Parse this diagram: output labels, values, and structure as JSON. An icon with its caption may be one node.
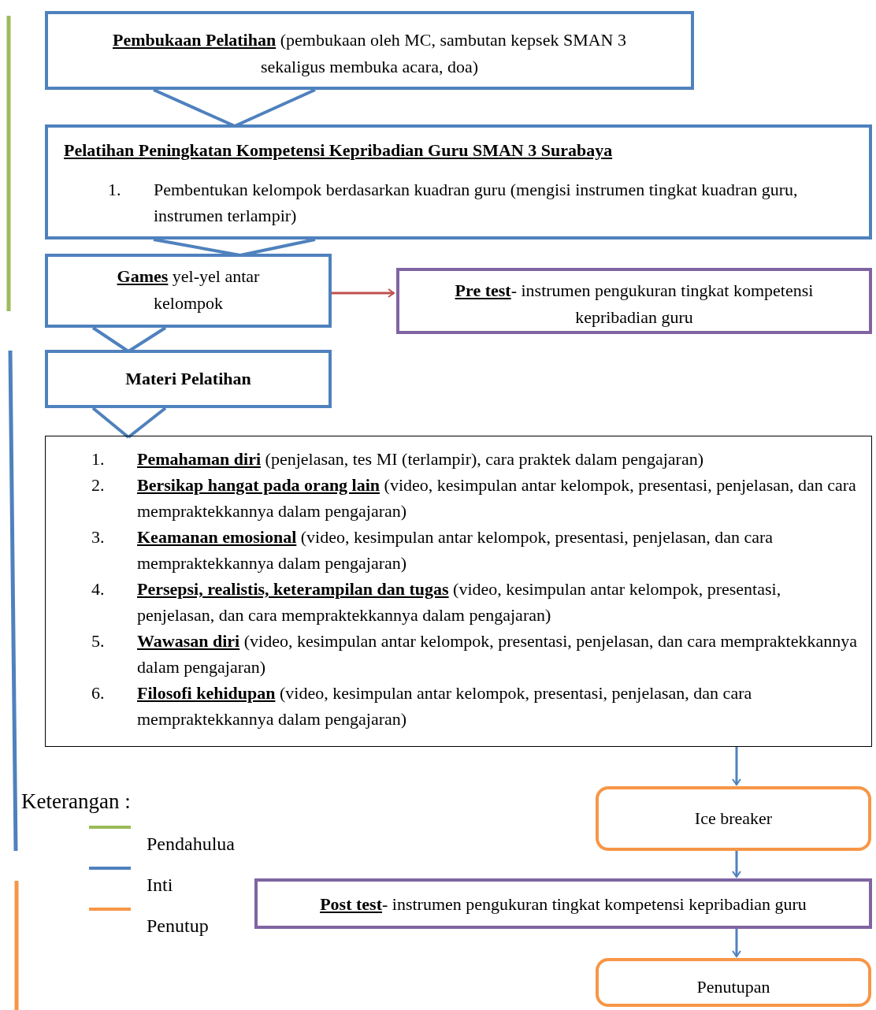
{
  "diagram": {
    "nodes": [
      {
        "text": [
          "**Pembukaan Pelatihan** (pembukaan oleh MC, sambutan kepsek SMAN 3 sekaligus membuka acara, doa)"
        ]
      },
      {
        "text": [
          "Pelatihan Peningkatan Kompetensi Kepribadian Guru SMAN 3 Surabaya",
          "1.",
          "Pembentukan kelompok berdasarkan kuadran guru (mengisi instrumen tingkat kuadran guru, instrumen terlampir)"
        ]
      },
      {
        "text": [
          "**Games** yel-yel antar kelompok"
        ]
      },
      {
        "text": [
          "**Pre test**- instrumen pengukuran tingkat kompetensi kepribadian guru"
        ]
      },
      {
        "text": [
          "Materi Pelatihan"
        ]
      },
      {
        "text": [
          "1.",
          "**Pemahaman diri** (penjelasan, tes MI (terlampir), cara praktek dalam pengajaran)",
          "2.",
          "**Bersikap hangat pada orang lain** (video, kesimpulan antar kelompok, presentasi, penjelasan, dan cara mempraktekkannya dalam pengajaran)",
          "3.",
          "**Keamanan emosional** (video, kesimpulan antar kelompok, presentasi, penjelasan, dan cara mempraktekkannya dalam pengajaran)",
          "4.",
          "**Persepsi, realistis, keterampilan dan tugas** (video, kesimpulan antar kelompok, presentasi, penjelasan, dan cara mempraktekkannya dalam pengajaran)",
          "5.",
          "**Wawasan diri** (video, kesimpulan antar kelompok, presentasi, penjelasan, dan cara mempraktekkannya dalam pengajaran)",
          "6.",
          "**Filosofi kehidupan** (video, kesimpulan antar kelompok, presentasi, penjelasan, dan cara mempraktekkannya dalam pengajaran)"
        ]
      },
      {
        "text": [
          "Ice breaker"
        ]
      },
      {
        "text": [
          "**Post test**- instrumen pengukuran tingkat kompetensi kepribadian guru"
        ]
      },
      {
        "text": [
          "Penutupan"
        ]
      }
    ],
    "edges": [
      {
        "from": 0,
        "to": 1,
        "arrow": "none"
      },
      {
        "from": 1,
        "to": 2,
        "arrow": "none"
      },
      {
        "from": 2,
        "to": 3,
        "arrow": "to",
        "color": "#c0504d"
      },
      {
        "from": 2,
        "to": 4,
        "arrow": "none"
      },
      {
        "from": 4,
        "to": 5,
        "arrow": "none"
      },
      {
        "from": 5,
        "to": 6,
        "arrow": "to"
      },
      {
        "from": 6,
        "to": 7,
        "arrow": "to"
      },
      {
        "from": 7,
        "to": 8,
        "arrow": "to"
      }
    ],
    "labels": [
      "Keterangan :"
    ],
    "legend": [
      {
        "text": "Pendahulua",
        "color": "#9bbb59"
      },
      {
        "text": "Inti",
        "color": "#4f81bd"
      },
      {
        "text": "Penutup",
        "color": "#f79646"
      }
    ]
  }
}
